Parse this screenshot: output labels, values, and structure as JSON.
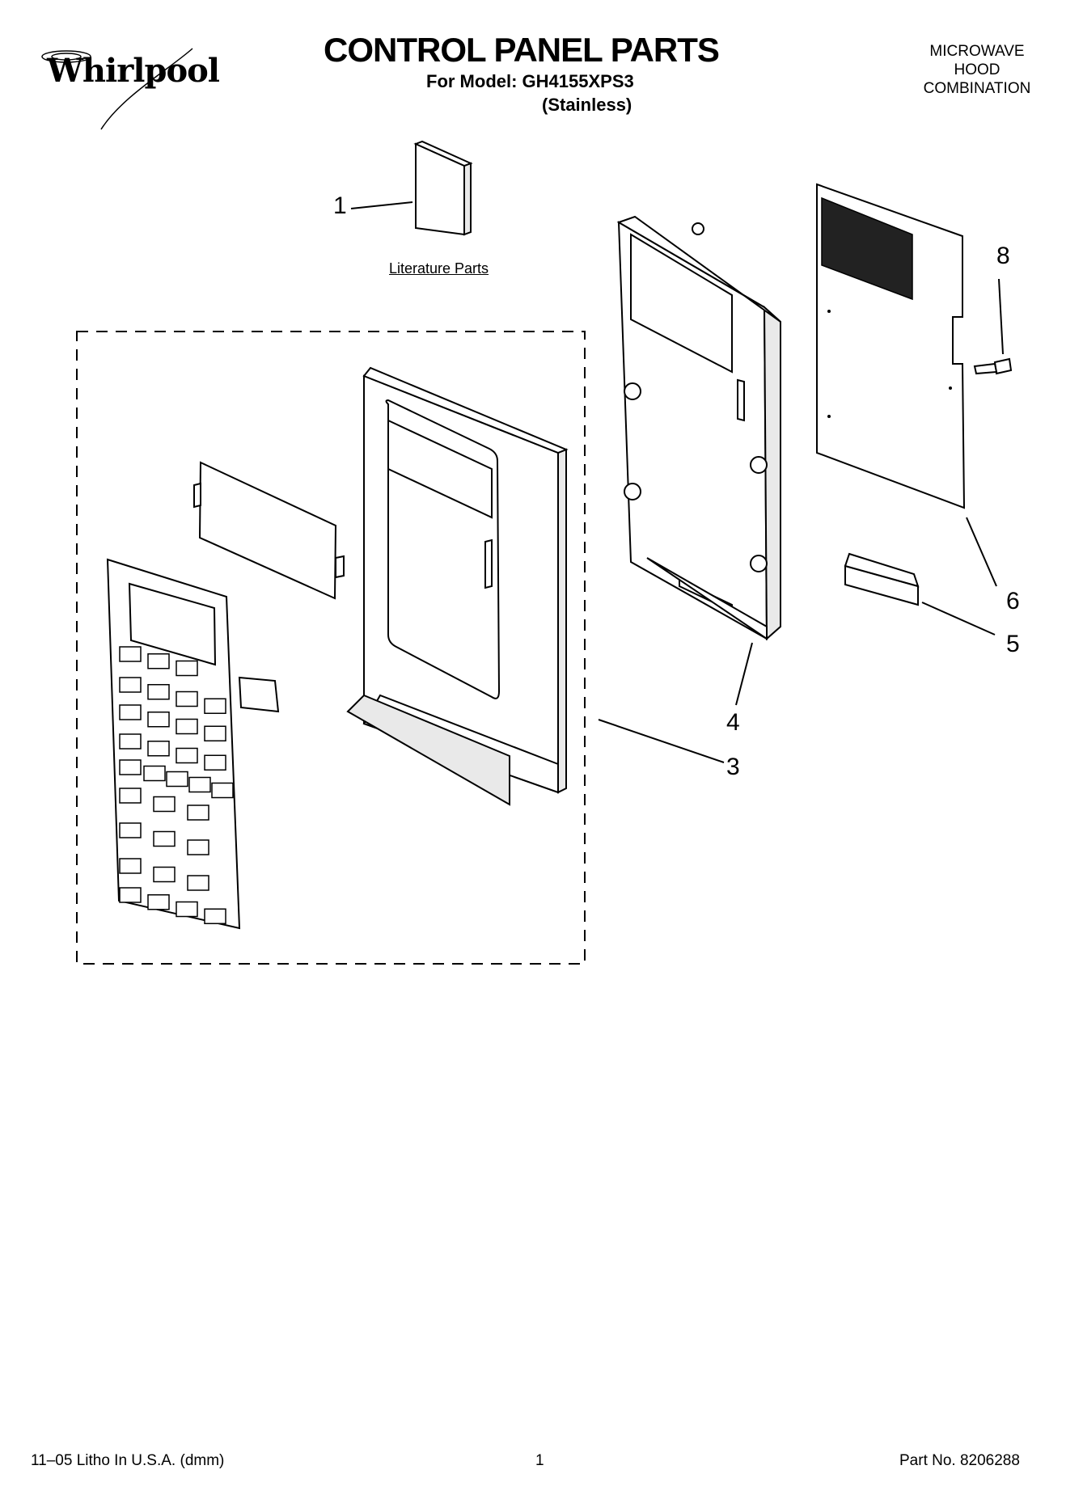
{
  "header": {
    "brand": "Whirlpool",
    "title": "CONTROL PANEL PARTS",
    "model_line": "For Model: GH4155XPS3",
    "finish_line": "(Stainless)",
    "product_type": "MICROWAVE HOOD COMBINATION"
  },
  "diagram": {
    "literature_label": "Literature Parts",
    "callouts": [
      "1",
      "3",
      "4",
      "5",
      "6",
      "8"
    ]
  },
  "footer": {
    "litho": "11–05 Litho In U.S.A. (dmm)",
    "page": "1",
    "part_no": "Part No. 8206288"
  }
}
